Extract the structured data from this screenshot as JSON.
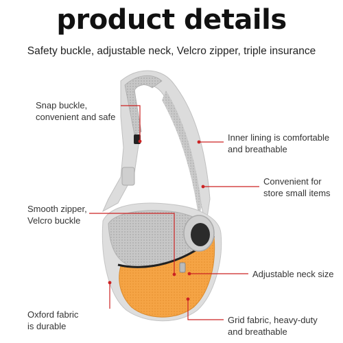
{
  "header": {
    "title": "product details",
    "subtitle": "Safety buckle, adjustable neck, Velcro zipper, triple insurance"
  },
  "callouts": {
    "snap_buckle": [
      "Snap buckle,",
      "convenient and safe"
    ],
    "inner_lining": [
      "Inner lining is comfortable",
      "and breathable"
    ],
    "store_small": [
      "Convenient for",
      "store small items"
    ],
    "smooth_zipper": [
      "Smooth zipper,",
      "Velcro buckle"
    ],
    "neck_size": [
      "Adjustable neck size"
    ],
    "oxford": [
      "Oxford fabric",
      "is durable"
    ],
    "grid_fabric": [
      "Grid fabric, heavy-duty",
      "and breathable"
    ]
  },
  "colors": {
    "accent_line": "#cc2222",
    "bag_orange": "#f5a445",
    "strap_gray": "#cfcfcf"
  }
}
